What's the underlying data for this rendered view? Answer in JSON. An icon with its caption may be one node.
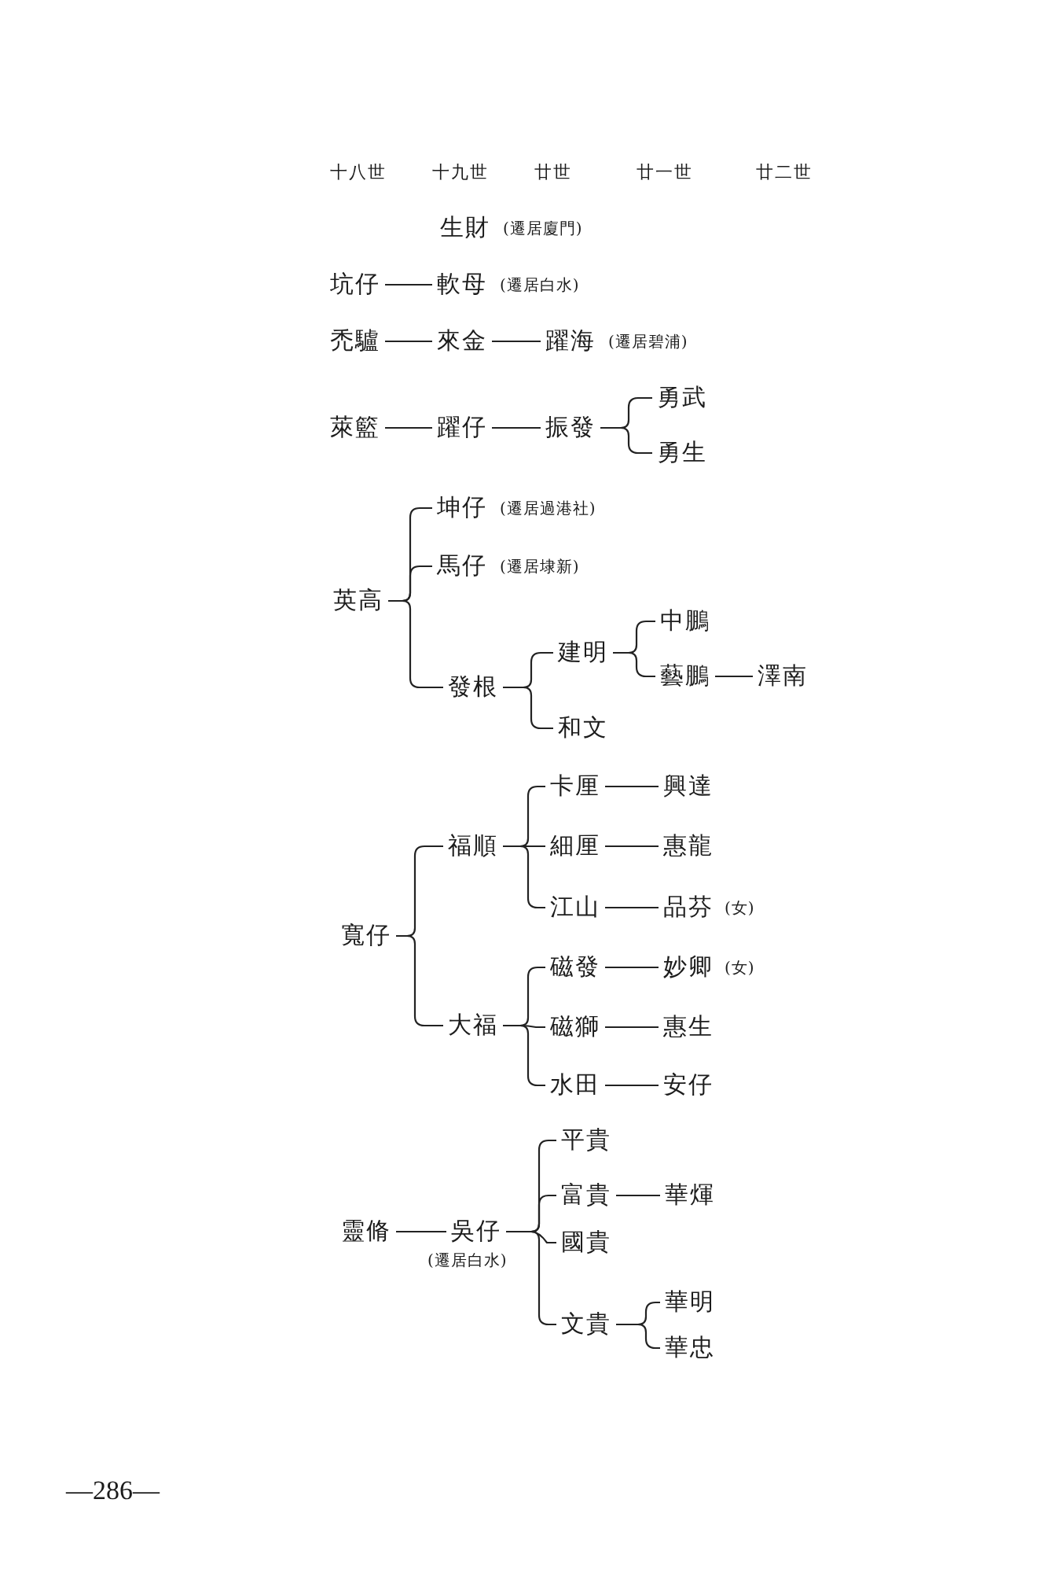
{
  "diagram": {
    "nodes": [
      {
        "text": [
          "生財"
        ],
        "beside": [
          "(遷居廈門)"
        ]
      },
      {
        "text": [
          "坑仔"
        ]
      },
      {
        "text": [
          "軟母"
        ],
        "beside": [
          "(遷居白水)"
        ]
      },
      {
        "text": [
          "禿驢"
        ]
      },
      {
        "text": [
          "來金"
        ]
      },
      {
        "text": [
          "躍海"
        ],
        "beside": [
          "(遷居碧浦)"
        ]
      },
      {
        "text": [
          "萊籃"
        ]
      },
      {
        "text": [
          "躍仔"
        ]
      },
      {
        "text": [
          "振發"
        ]
      },
      {
        "text": [
          "勇武"
        ]
      },
      {
        "text": [
          "勇生"
        ]
      },
      {
        "text": [
          "英高"
        ]
      },
      {
        "text": [
          "坤仔"
        ],
        "beside": [
          "(遷居過港社)"
        ]
      },
      {
        "text": [
          "馬仔"
        ],
        "beside": [
          "(遷居埭新)"
        ]
      },
      {
        "text": [
          "發根"
        ]
      },
      {
        "text": [
          "建明"
        ]
      },
      {
        "text": [
          "中鵬"
        ]
      },
      {
        "text": [
          "藝鵬"
        ]
      },
      {
        "text": [
          "澤南"
        ]
      },
      {
        "text": [
          "和文"
        ]
      },
      {
        "text": [
          "寬仔"
        ]
      },
      {
        "text": [
          "福順"
        ]
      },
      {
        "text": [
          "卡厘"
        ]
      },
      {
        "text": [
          "興達"
        ]
      },
      {
        "text": [
          "細厘"
        ]
      },
      {
        "text": [
          "惠龍"
        ]
      },
      {
        "text": [
          "江山"
        ]
      },
      {
        "text": [
          "品芬"
        ],
        "beside": [
          "(女)"
        ]
      },
      {
        "text": [
          "大福"
        ]
      },
      {
        "text": [
          "磁發"
        ]
      },
      {
        "text": [
          "妙卿"
        ],
        "beside": [
          "(女)"
        ]
      },
      {
        "text": [
          "磁獅"
        ]
      },
      {
        "text": [
          "惠生"
        ]
      },
      {
        "text": [
          "水田"
        ]
      },
      {
        "text": [
          "安仔"
        ]
      },
      {
        "text": [
          "靈脩"
        ]
      },
      {
        "text": [
          "吳仔"
        ],
        "beside": [
          "(遷居白水)"
        ]
      },
      {
        "text": [
          "平貴"
        ]
      },
      {
        "text": [
          "富貴"
        ]
      },
      {
        "text": [
          "華煇"
        ]
      },
      {
        "text": [
          "國貴"
        ]
      },
      {
        "text": [
          "文貴"
        ]
      },
      {
        "text": [
          "華明"
        ]
      },
      {
        "text": [
          "華忠"
        ]
      }
    ],
    "edges": [
      {
        "from": 1,
        "to": 2,
        "arrow": "none"
      },
      {
        "from": 3,
        "to": 4,
        "arrow": "none"
      },
      {
        "from": 4,
        "to": 5,
        "arrow": "none"
      },
      {
        "from": 6,
        "to": 7,
        "arrow": "none"
      },
      {
        "from": 7,
        "to": 8,
        "arrow": "none"
      },
      {
        "from": 8,
        "to": 9,
        "arrow": "none"
      },
      {
        "from": 8,
        "to": 10,
        "arrow": "none"
      },
      {
        "from": 11,
        "to": 12,
        "arrow": "none"
      },
      {
        "from": 11,
        "to": 13,
        "arrow": "none"
      },
      {
        "from": 11,
        "to": 14,
        "arrow": "none"
      },
      {
        "from": 14,
        "to": 15,
        "arrow": "none"
      },
      {
        "from": 14,
        "to": 19,
        "arrow": "none"
      },
      {
        "from": 15,
        "to": 16,
        "arrow": "none"
      },
      {
        "from": 15,
        "to": 17,
        "arrow": "none"
      },
      {
        "from": 17,
        "to": 18,
        "arrow": "none"
      },
      {
        "from": 20,
        "to": 21,
        "arrow": "none"
      },
      {
        "from": 20,
        "to": 28,
        "arrow": "none"
      },
      {
        "from": 21,
        "to": 22,
        "arrow": "none"
      },
      {
        "from": 22,
        "to": 23,
        "arrow": "none"
      },
      {
        "from": 21,
        "to": 24,
        "arrow": "none"
      },
      {
        "from": 24,
        "to": 25,
        "arrow": "none"
      },
      {
        "from": 21,
        "to": 26,
        "arrow": "none"
      },
      {
        "from": 26,
        "to": 27,
        "arrow": "none"
      },
      {
        "from": 28,
        "to": 29,
        "arrow": "none"
      },
      {
        "from": 29,
        "to": 30,
        "arrow": "none"
      },
      {
        "from": 28,
        "to": 31,
        "arrow": "none"
      },
      {
        "from": 31,
        "to": 32,
        "arrow": "none"
      },
      {
        "from": 28,
        "to": 33,
        "arrow": "none"
      },
      {
        "from": 33,
        "to": 34,
        "arrow": "none"
      },
      {
        "from": 35,
        "to": 36,
        "arrow": "none"
      },
      {
        "from": 36,
        "to": 37,
        "arrow": "none"
      },
      {
        "from": 36,
        "to": 38,
        "arrow": "none"
      },
      {
        "from": 38,
        "to": 39,
        "arrow": "none"
      },
      {
        "from": 36,
        "to": 40,
        "arrow": "none"
      },
      {
        "from": 36,
        "to": 41,
        "arrow": "none"
      },
      {
        "from": 41,
        "to": 42,
        "arrow": "none"
      },
      {
        "from": 41,
        "to": 43,
        "arrow": "none"
      }
    ],
    "labels": [
      "十八世",
      "十九世",
      "廿世",
      "廿一世",
      "廿二世",
      "—286—"
    ]
  }
}
